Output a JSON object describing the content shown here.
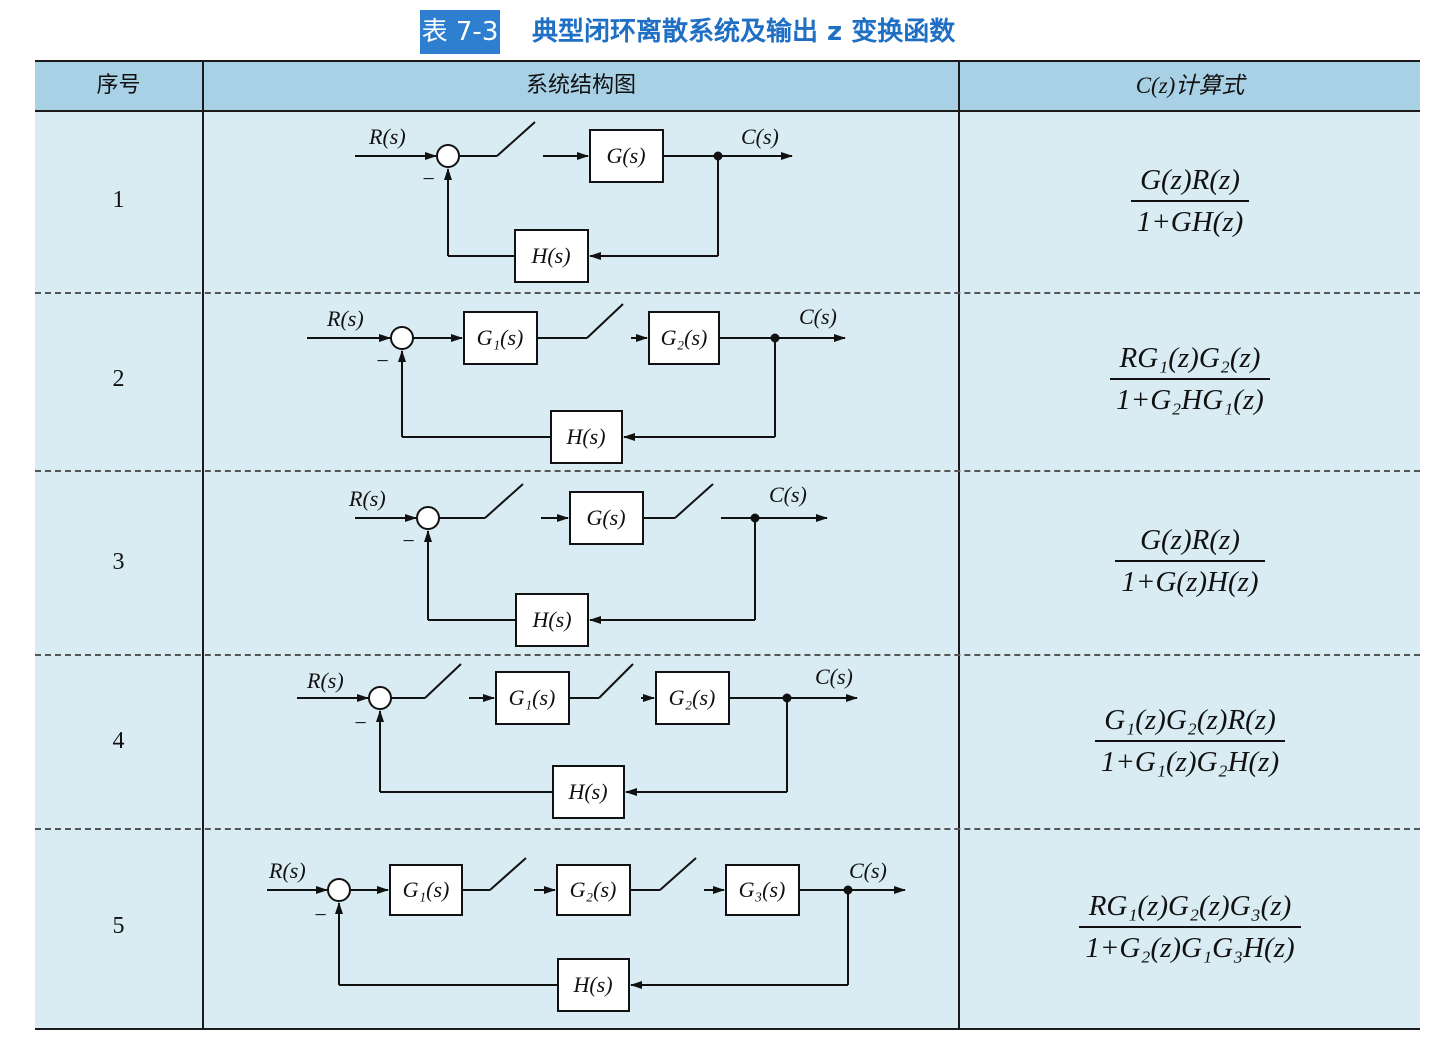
{
  "caption": {
    "tag": "表 7-3",
    "title": "典型闭环离散系统及输出 z 变换函数"
  },
  "headers": {
    "col1": "序号",
    "col2": "系统结构图",
    "col3": "C(z)计算式"
  },
  "rows": [
    {
      "num": "1",
      "blocks": {
        "r": "R(s)",
        "c": "C(s)",
        "g": "G(s)",
        "h": "H(s)"
      },
      "formula_num": "G(z)R(z)",
      "formula_den": "1+GH(z)"
    },
    {
      "num": "2",
      "blocks": {
        "r": "R(s)",
        "c": "C(s)",
        "g1": "G₁(s)",
        "g2": "G₂(s)",
        "h": "H(s)"
      },
      "formula_num": "RG₁(z)G₂(z)",
      "formula_den": "1+G₂HG₁(z)"
    },
    {
      "num": "3",
      "blocks": {
        "r": "R(s)",
        "c": "C(s)",
        "g": "G(s)",
        "h": "H(s)"
      },
      "formula_num": "G(z)R(z)",
      "formula_den": "1+G(z)H(z)"
    },
    {
      "num": "4",
      "blocks": {
        "r": "R(s)",
        "c": "C(s)",
        "g1": "G₁(s)",
        "g2": "G₂(s)",
        "h": "H(s)"
      },
      "formula_num": "G₁(z)G₂(z)R(z)",
      "formula_den": "1+G₁(z)G₂H(z)"
    },
    {
      "num": "5",
      "blocks": {
        "r": "R(s)",
        "c": "C(s)",
        "g1": "G₁(s)",
        "g2": "G₂(s)",
        "g3": "G₃(s)",
        "h": "H(s)"
      },
      "formula_num": "RG₁(z)G₂(z)G₃(z)",
      "formula_den": "1+G₂(z)G₁G₃H(z)"
    }
  ],
  "colors": {
    "caption_tag_bg": "#2e7fd0",
    "caption_title": "#1f6fc4",
    "header_bg": "#a8d1e6",
    "table_bg": "#d9ebf3"
  }
}
